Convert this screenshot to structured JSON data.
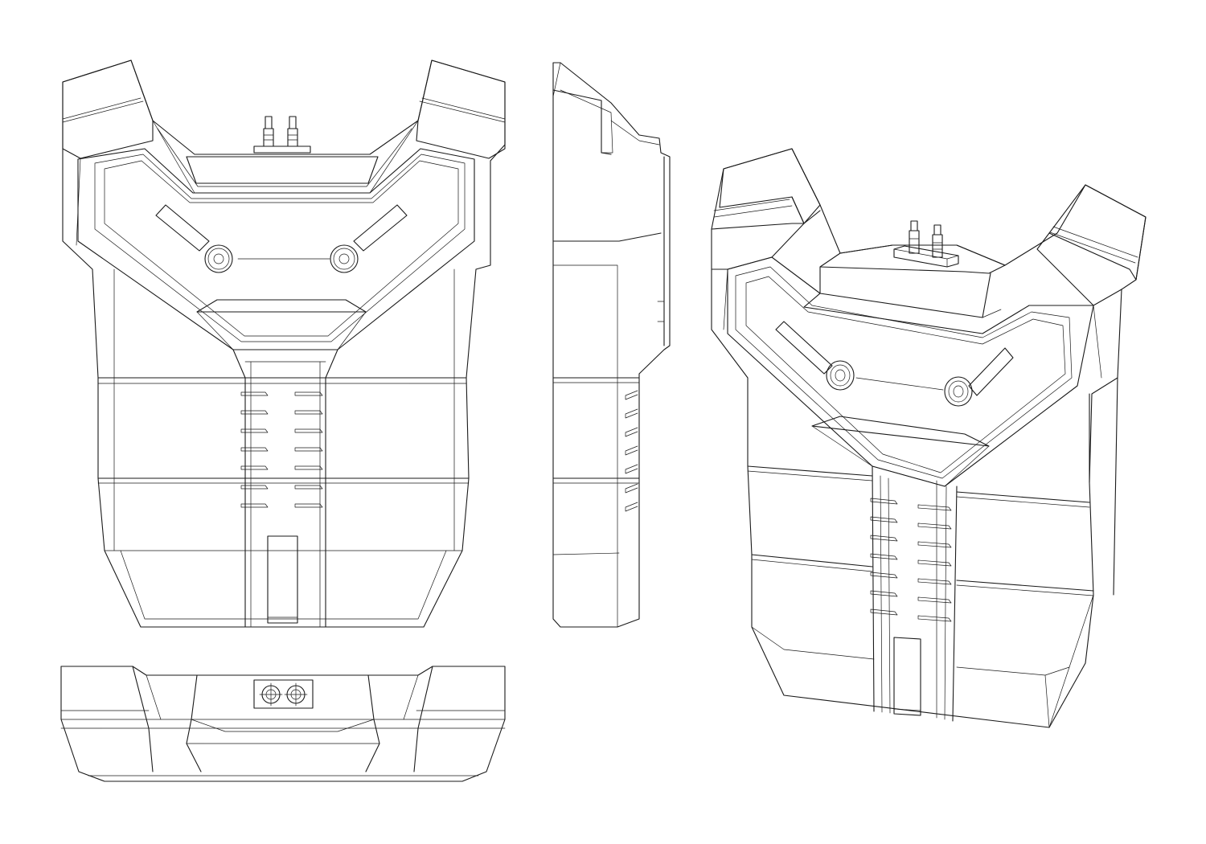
{
  "sheet": {
    "background": "#ffffff",
    "line_color": "#1a1a1a",
    "views": [
      "front-view",
      "side-view",
      "perspective-view",
      "top-view"
    ]
  }
}
